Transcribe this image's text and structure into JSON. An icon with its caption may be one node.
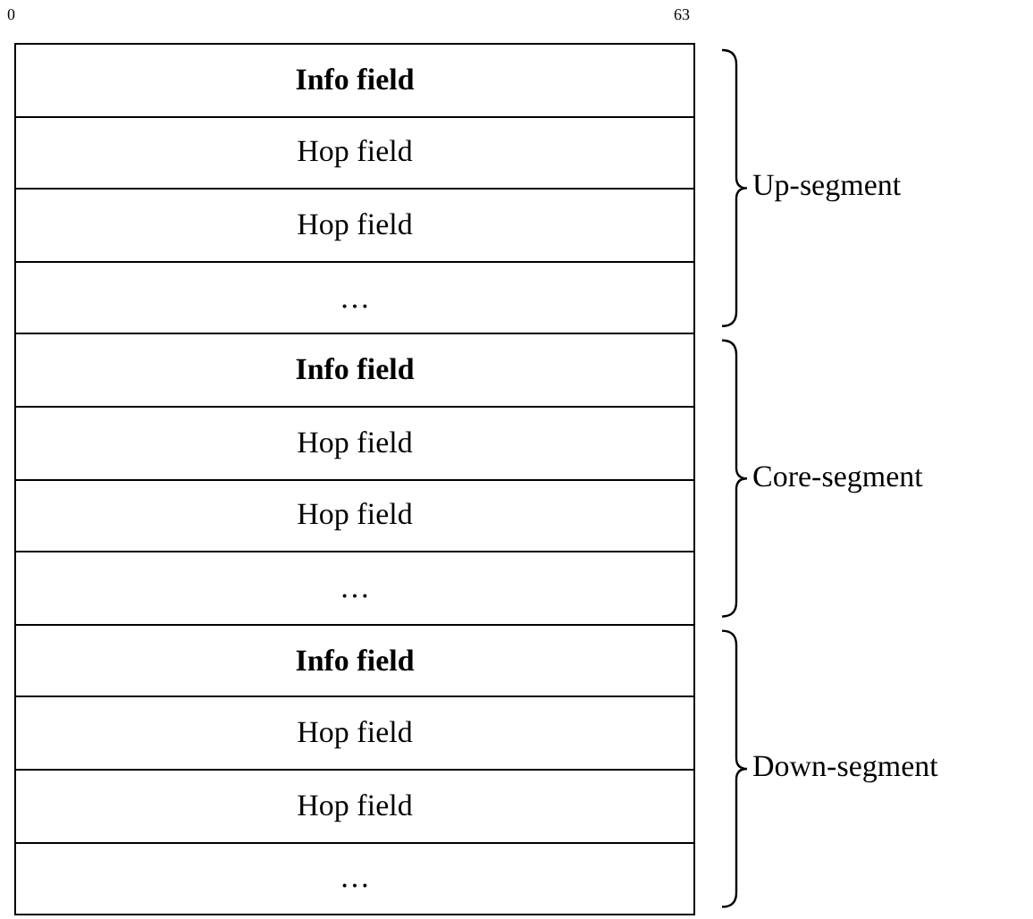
{
  "diagram": {
    "nodes": [
      {
        "text": [
          "Info field"
        ]
      },
      {
        "text": [
          "Hop field"
        ]
      },
      {
        "text": [
          "Hop field"
        ]
      },
      {
        "text": [
          "…"
        ]
      },
      {
        "text": [
          "Info field"
        ]
      },
      {
        "text": [
          "Hop field"
        ]
      },
      {
        "text": [
          "Hop field"
        ]
      },
      {
        "text": [
          "…"
        ]
      },
      {
        "text": [
          "Info field"
        ]
      },
      {
        "text": [
          "Hop field"
        ]
      },
      {
        "text": [
          "Hop field"
        ]
      },
      {
        "text": [
          "…"
        ]
      }
    ],
    "labels": [
      "0",
      "63",
      "Up-segment",
      "Core-segment",
      "Down-segment"
    ]
  }
}
